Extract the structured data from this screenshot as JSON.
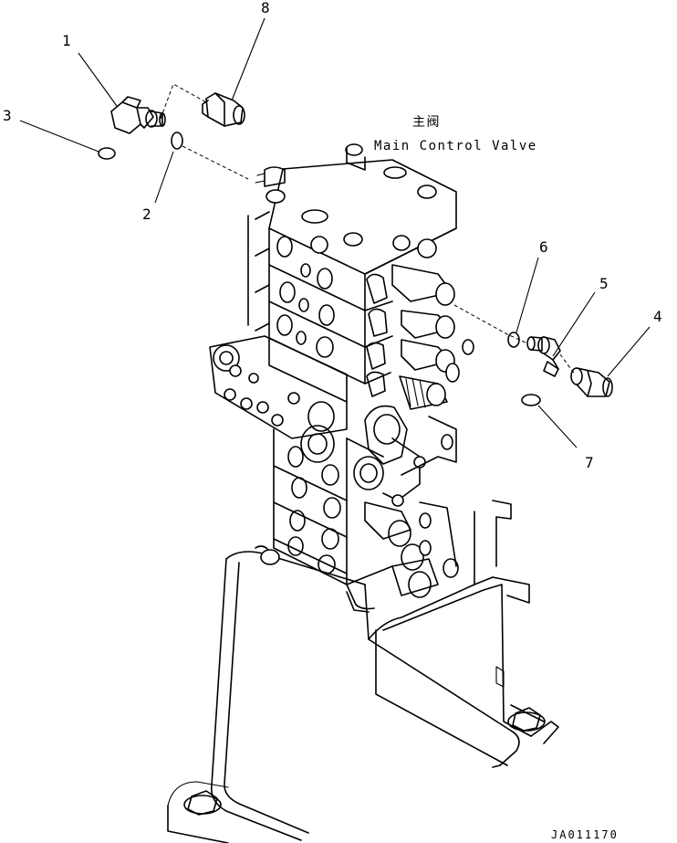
{
  "title": {
    "chinese": "主阀",
    "english": "Main Control Valve"
  },
  "drawing_code": "JA011170",
  "callouts": [
    "1",
    "2",
    "3",
    "4",
    "5",
    "6",
    "7",
    "8"
  ]
}
